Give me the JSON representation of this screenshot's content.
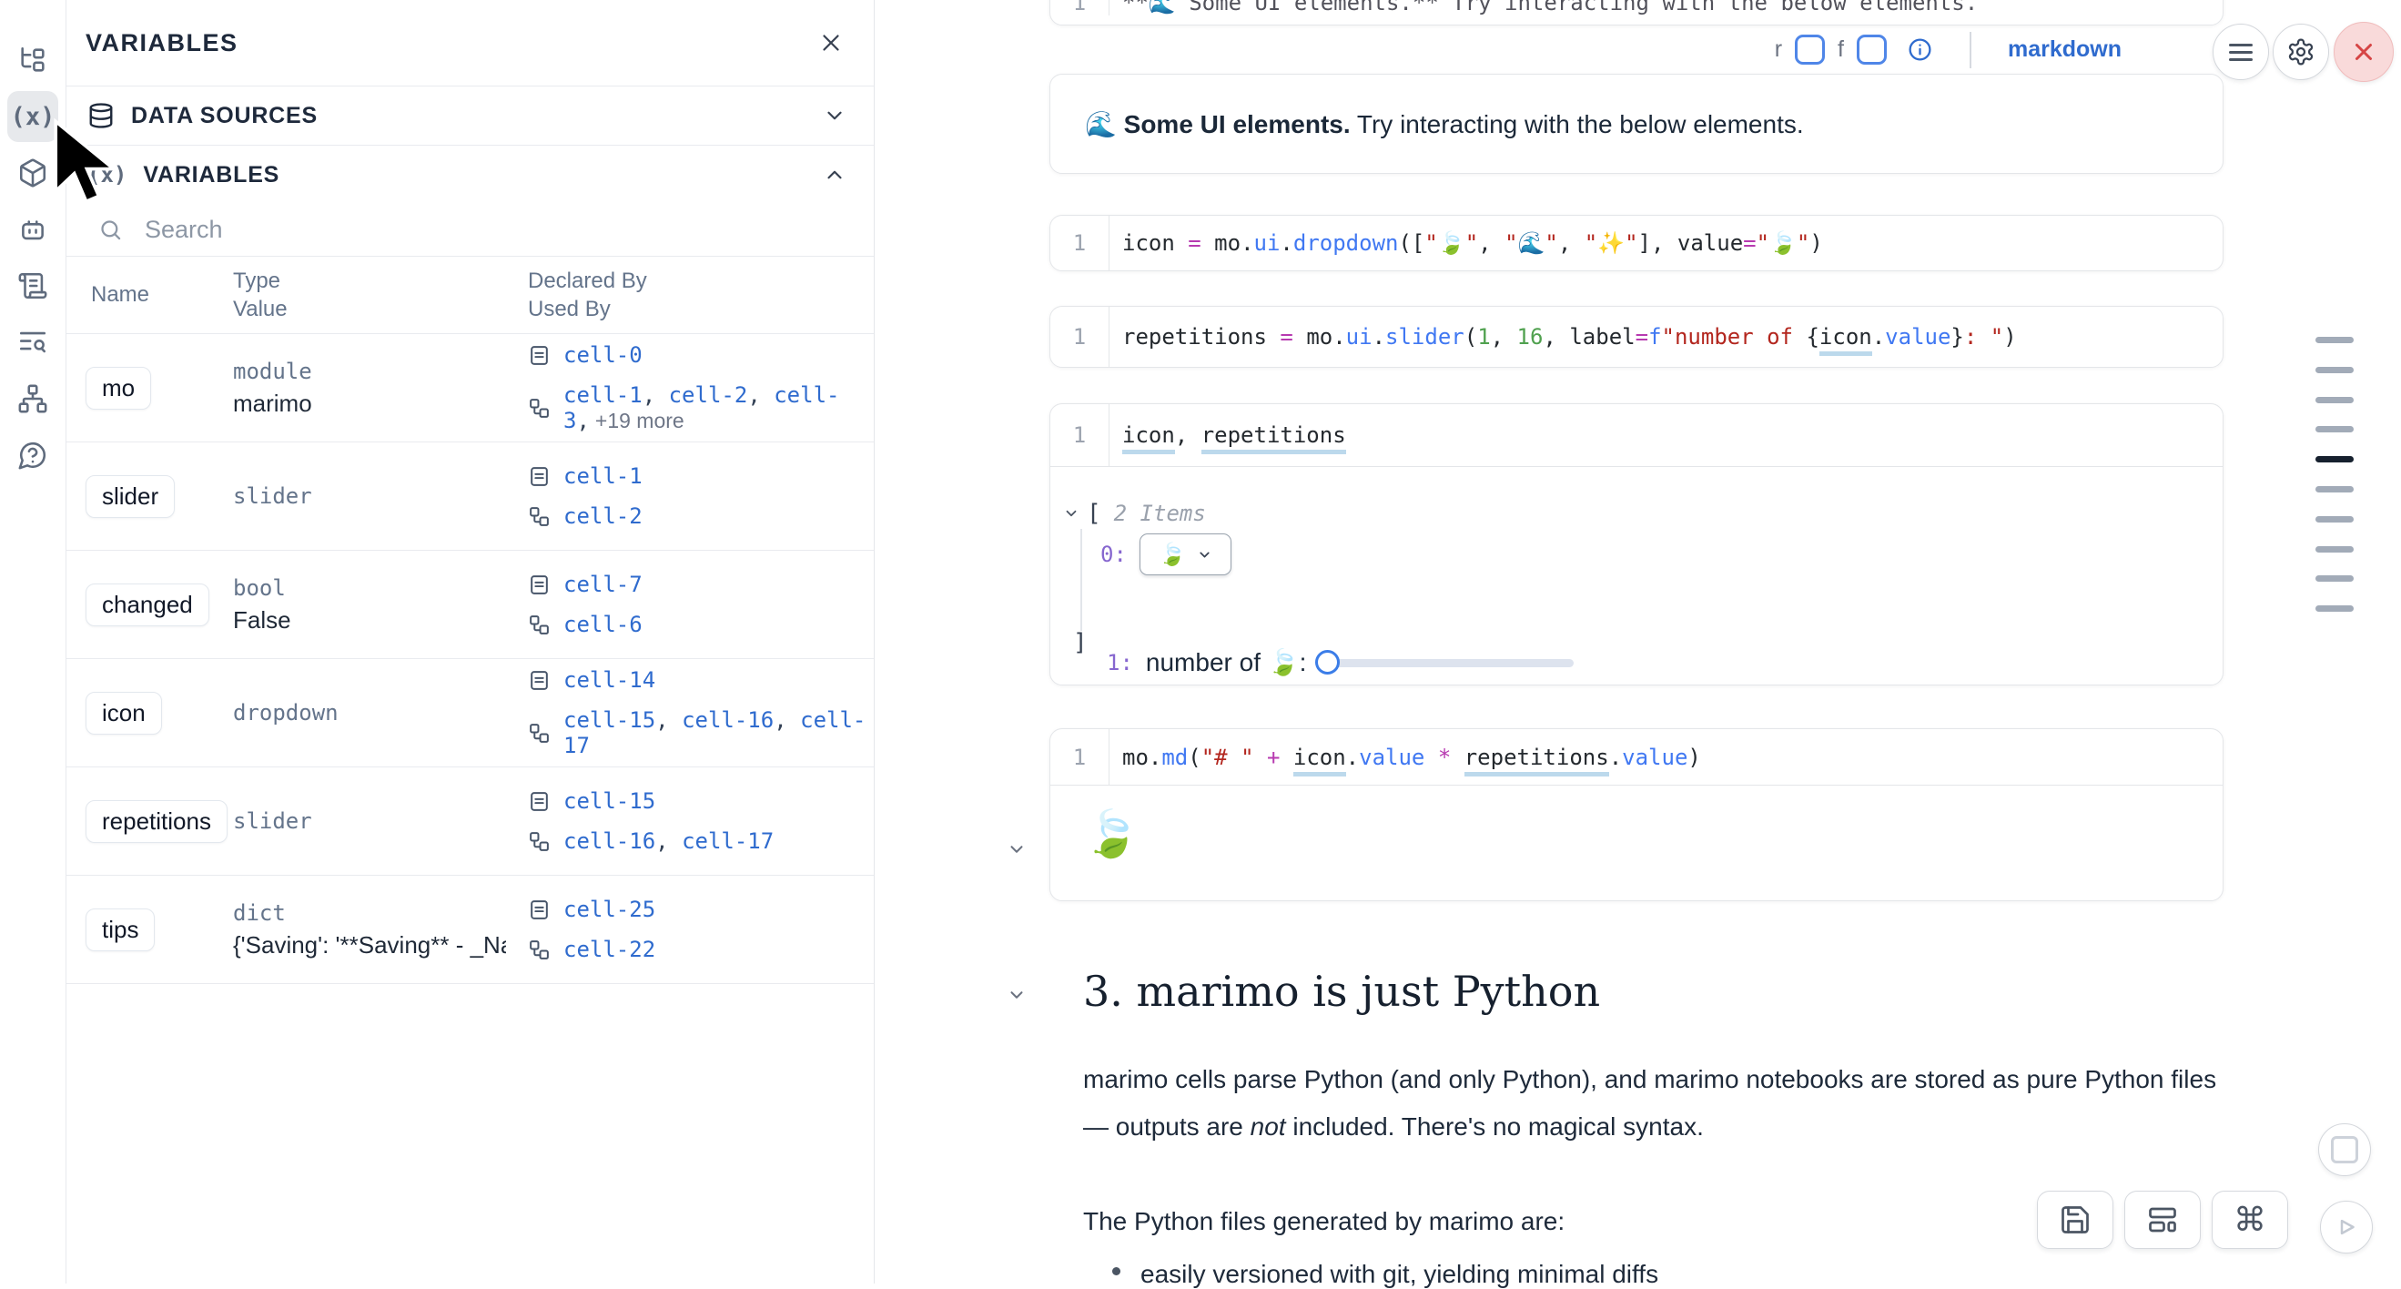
{
  "sidebar": {
    "items": [
      {
        "icon": "file-tree-icon",
        "active": false
      },
      {
        "icon": "variables-icon",
        "active": true
      },
      {
        "icon": "package-icon",
        "active": false
      },
      {
        "icon": "bot-icon",
        "active": false
      },
      {
        "icon": "scroll-icon",
        "active": false
      },
      {
        "icon": "text-search-icon",
        "active": false
      },
      {
        "icon": "network-icon",
        "active": false
      },
      {
        "icon": "help-icon",
        "active": false
      }
    ],
    "variables_icon_label": "(x)"
  },
  "panel": {
    "title": "VARIABLES",
    "data_sources_title": "DATA SOURCES",
    "variables_title": "VARIABLES",
    "search_placeholder": "Search",
    "table": {
      "header": {
        "name": "Name",
        "type": "Type",
        "value": "Value",
        "declared": "Declared By",
        "used": "Used By"
      },
      "rows": [
        {
          "name": "mo",
          "type": "module",
          "value": "marimo",
          "declared": [
            "cell-0"
          ],
          "used": [
            "cell-1",
            "cell-2",
            "cell-3"
          ],
          "more": "+19 more"
        },
        {
          "name": "slider",
          "type": "slider",
          "value": "",
          "declared": [
            "cell-1"
          ],
          "used": [
            "cell-2"
          ],
          "more": ""
        },
        {
          "name": "changed",
          "type": "bool",
          "value": "False",
          "declared": [
            "cell-7"
          ],
          "used": [
            "cell-6"
          ],
          "more": ""
        },
        {
          "name": "icon",
          "type": "dropdown",
          "value": "",
          "declared": [
            "cell-14"
          ],
          "used": [
            "cell-15",
            "cell-16",
            "cell-17"
          ],
          "more": ""
        },
        {
          "name": "repetitions",
          "type": "slider",
          "value": "",
          "declared": [
            "cell-15"
          ],
          "used": [
            "cell-16",
            "cell-17"
          ],
          "more": ""
        },
        {
          "name": "tips",
          "type": "dict",
          "value": "{'Saving': '**Saving** - _Na...",
          "declared": [
            "cell-25"
          ],
          "used": [
            "cell-22"
          ],
          "more": ""
        }
      ]
    }
  },
  "notebook": {
    "top_cell": {
      "line_no": "1",
      "tokens": [
        {
          "t": "**🌊 Some UI elements.** Try interacting with the below elements.\"",
          "c": "mdsrc"
        }
      ]
    },
    "footer": {
      "r_label": "r",
      "f_label": "f",
      "lang": "markdown"
    },
    "output1": {
      "bold": "🌊 Some UI elements.",
      "rest": " Try interacting with the below elements."
    },
    "cell_dropdown": {
      "line_no": "1",
      "tokens": [
        {
          "t": "icon",
          "c": "v"
        },
        {
          "t": " ",
          "c": "p"
        },
        {
          "t": "=",
          "c": "op"
        },
        {
          "t": " ",
          "c": "p"
        },
        {
          "t": "mo",
          "c": "v"
        },
        {
          "t": ".",
          "c": "p"
        },
        {
          "t": "ui",
          "c": "fn"
        },
        {
          "t": ".",
          "c": "p"
        },
        {
          "t": "dropdown",
          "c": "fn"
        },
        {
          "t": "([",
          "c": "p"
        },
        {
          "t": "\"🍃\"",
          "c": "str"
        },
        {
          "t": ", ",
          "c": "p"
        },
        {
          "t": "\"🌊\"",
          "c": "str"
        },
        {
          "t": ", ",
          "c": "p"
        },
        {
          "t": "\"✨\"",
          "c": "str"
        },
        {
          "t": "], ",
          "c": "p"
        },
        {
          "t": "value",
          "c": "v"
        },
        {
          "t": "=",
          "c": "op"
        },
        {
          "t": "\"🍃\"",
          "c": "str"
        },
        {
          "t": ")",
          "c": "p"
        }
      ]
    },
    "cell_slider": {
      "line_no": "1",
      "tokens": [
        {
          "t": "repetitions",
          "c": "v"
        },
        {
          "t": " ",
          "c": "p"
        },
        {
          "t": "=",
          "c": "op"
        },
        {
          "t": " ",
          "c": "p"
        },
        {
          "t": "mo",
          "c": "v"
        },
        {
          "t": ".",
          "c": "p"
        },
        {
          "t": "ui",
          "c": "fn"
        },
        {
          "t": ".",
          "c": "p"
        },
        {
          "t": "slider",
          "c": "fn"
        },
        {
          "t": "(",
          "c": "p"
        },
        {
          "t": "1",
          "c": "num"
        },
        {
          "t": ", ",
          "c": "p"
        },
        {
          "t": "16",
          "c": "num"
        },
        {
          "t": ", ",
          "c": "p"
        },
        {
          "t": "label",
          "c": "v"
        },
        {
          "t": "=",
          "c": "op"
        },
        {
          "t": "f",
          "c": "fn"
        },
        {
          "t": "\"number of ",
          "c": "str"
        },
        {
          "t": "{",
          "c": "p"
        },
        {
          "t": "icon",
          "c": "vu"
        },
        {
          "t": ".",
          "c": "p"
        },
        {
          "t": "value",
          "c": "fn"
        },
        {
          "t": "}",
          "c": "p"
        },
        {
          "t": ": \"",
          "c": "str"
        },
        {
          "t": ")",
          "c": "p"
        }
      ]
    },
    "cell_refs": {
      "line_no": "1",
      "tokens": [
        {
          "t": "icon",
          "c": "vu"
        },
        {
          "t": ", ",
          "c": "p"
        },
        {
          "t": "repetitions",
          "c": "vu"
        }
      ]
    },
    "tree_output": {
      "open_bracket": "[",
      "items_label": "2 Items",
      "index0": "0:",
      "index1": "1:",
      "dropdown_value": "🍃",
      "slider_label": "number of 🍃: ",
      "close_bracket": "]"
    },
    "cell_md": {
      "line_no": "1",
      "tokens": [
        {
          "t": "mo",
          "c": "v"
        },
        {
          "t": ".",
          "c": "p"
        },
        {
          "t": "md",
          "c": "fn"
        },
        {
          "t": "(",
          "c": "p"
        },
        {
          "t": "\"# \"",
          "c": "str"
        },
        {
          "t": " ",
          "c": "p"
        },
        {
          "t": "+",
          "c": "op"
        },
        {
          "t": " ",
          "c": "p"
        },
        {
          "t": "icon",
          "c": "vu"
        },
        {
          "t": ".",
          "c": "p"
        },
        {
          "t": "value",
          "c": "fn"
        },
        {
          "t": " ",
          "c": "p"
        },
        {
          "t": "*",
          "c": "op"
        },
        {
          "t": " ",
          "c": "p"
        },
        {
          "t": "repetitions",
          "c": "vu"
        },
        {
          "t": ".",
          "c": "p"
        },
        {
          "t": "value",
          "c": "fn"
        },
        {
          "t": ")",
          "c": "p"
        }
      ]
    },
    "md_output_emoji": "🍃",
    "heading": "3. marimo is just Python",
    "para1_line1": "marimo cells parse Python (and only Python), and marimo notebooks are stored as pure Python files",
    "para1_line2_tokens": [
      {
        "t": "— outputs are ",
        "c": ""
      },
      {
        "t": "not",
        "c": "i"
      },
      {
        "t": " included. There's no magical syntax.",
        "c": ""
      }
    ],
    "para2": "The Python files generated by marimo are:",
    "bullet1": "easily versioned with git, yielding minimal diffs"
  },
  "minimap": {
    "count": 10,
    "active_index": 4
  },
  "colors": {
    "accent_blue": "#2f6bce",
    "function_blue": "#4078f2",
    "string_red": "#b3261e",
    "number_green": "#50a14f",
    "operator_magenta": "#b73ab0",
    "underline_blue": "#bcd9ec",
    "danger_red": "#d64545"
  }
}
